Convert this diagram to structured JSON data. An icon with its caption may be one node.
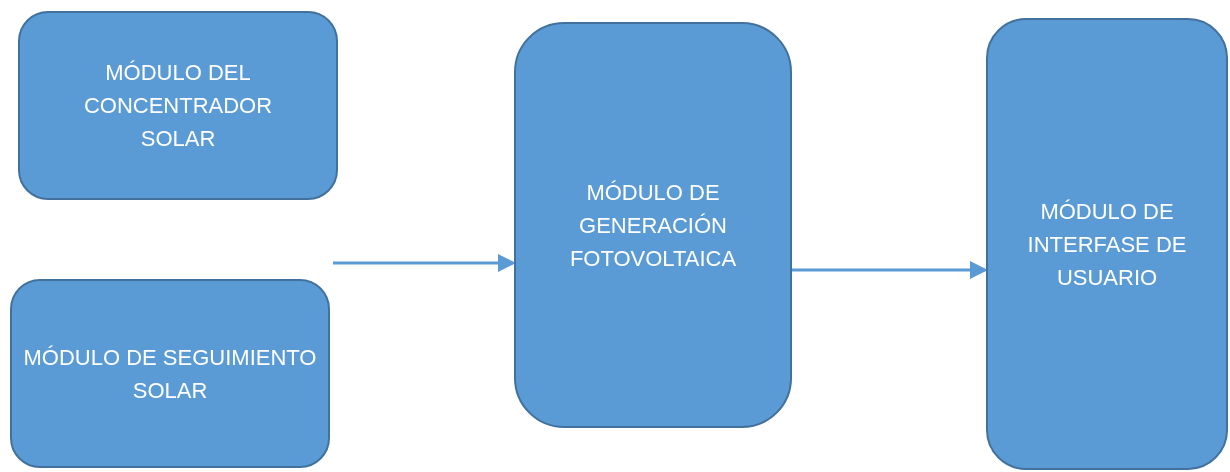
{
  "diagram": {
    "nodes": [
      {
        "text": [
          "MÓDULO DEL CONCENTRADOR SOLAR"
        ]
      },
      {
        "text": [
          "MÓDULO DE SEGUIMIENTO SOLAR"
        ]
      },
      {
        "text": [
          "MÓDULO DE GENERACIÓN FOTOVOLTAICA"
        ]
      },
      {
        "text": [
          "MÓDULO DE INTERFASE DE USUARIO"
        ]
      }
    ],
    "edges": [
      {
        "from": null,
        "to": 2,
        "arrow": "to"
      },
      {
        "from": 2,
        "to": 3,
        "arrow": "to"
      }
    ]
  }
}
